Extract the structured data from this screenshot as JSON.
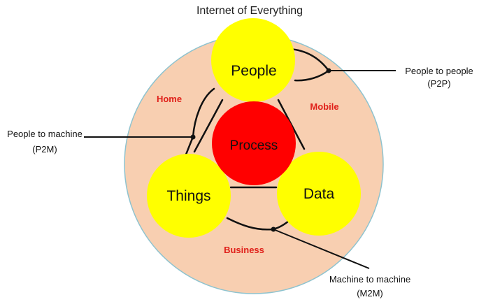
{
  "title": "Internet of Everything",
  "colors": {
    "background_circle": "#f8cfb1",
    "circle_outline": "#8ec3cf",
    "node_fill": "#ffff00",
    "process_fill": "#ff0000",
    "region_text": "#e0201a",
    "line": "#111111"
  },
  "nodes": {
    "people": "People",
    "process": "Process",
    "things": "Things",
    "data": "Data"
  },
  "regions": {
    "home": "Home",
    "mobile": "Mobile",
    "business": "Business"
  },
  "callouts": {
    "p2p": {
      "line1": "People to people",
      "line2": "(P2P)"
    },
    "p2m": {
      "line1": "People to machine",
      "line2": "(P2M)"
    },
    "m2m": {
      "line1": "Machine to machine",
      "line2": "(M2M)"
    }
  }
}
